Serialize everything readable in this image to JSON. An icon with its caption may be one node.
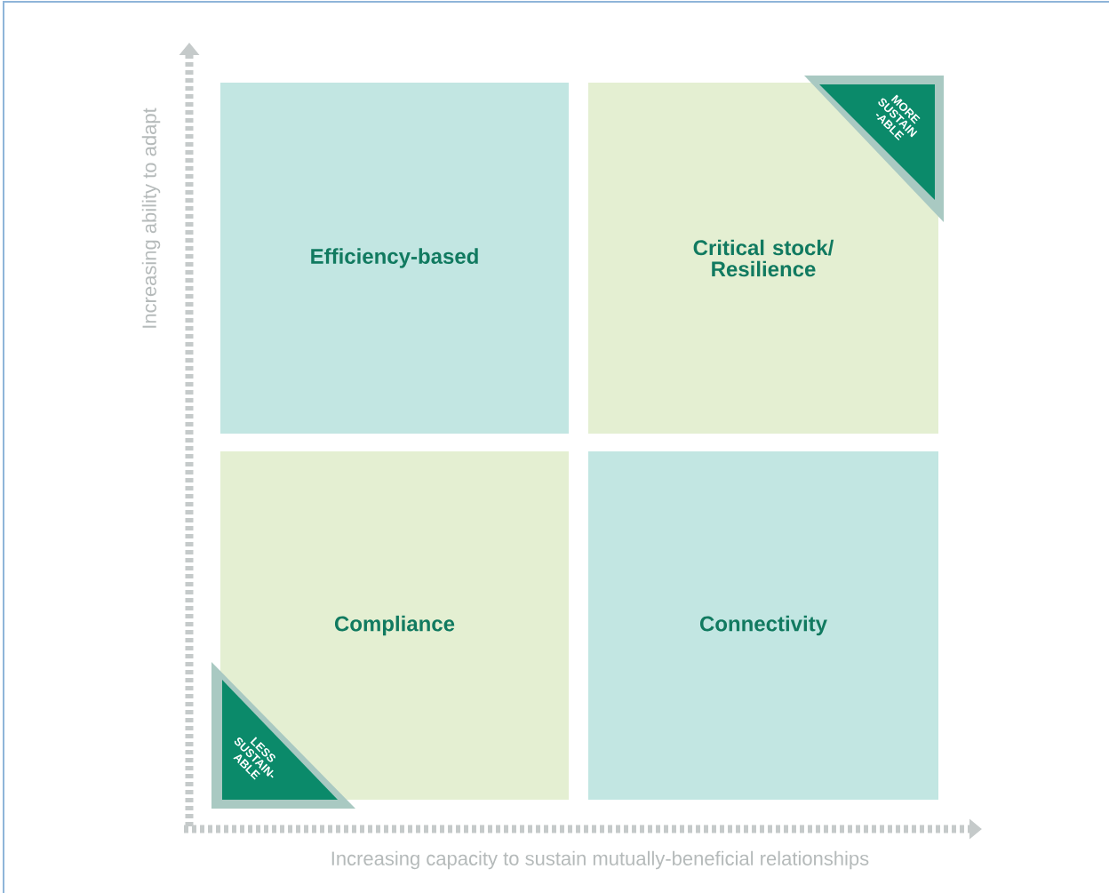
{
  "diagram": {
    "nodes": [
      {
        "text": [
          "Efficiency-based"
        ]
      },
      {
        "text": [
          "Critical stock/ Resilience"
        ]
      },
      {
        "text": [
          "MORE SUSTAIN -ABLE"
        ],
        "in": 1
      },
      {
        "text": [
          "Compliance"
        ]
      },
      {
        "text": [
          "LESS SUSTAIN- ABLE"
        ],
        "in": 3
      },
      {
        "text": [
          "Connectivity"
        ]
      }
    ],
    "edges": [],
    "labels": [
      "Increasing ability to adapt",
      "Increasing capacity to sustain mutually-beneficial relationships"
    ]
  }
}
